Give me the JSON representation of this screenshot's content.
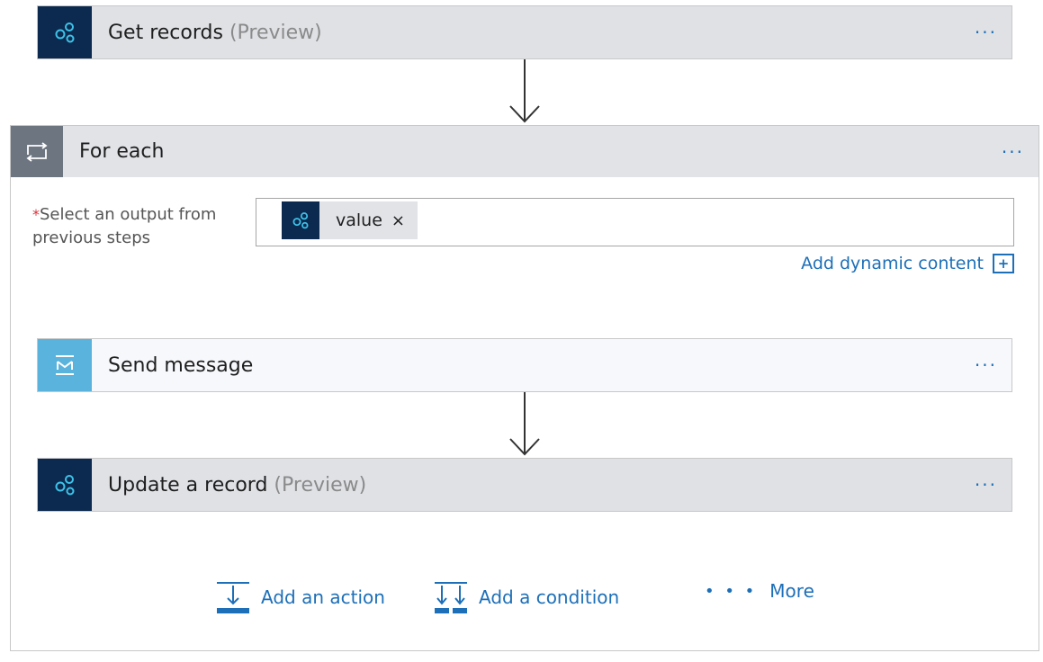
{
  "get_records": {
    "title": "Get records",
    "suffix": "(Preview)",
    "more": "···"
  },
  "for_each": {
    "title": "For each",
    "more": "···",
    "field_required": "*",
    "field_label": "Select an output from previous steps",
    "token_label": "value",
    "token_remove": "×",
    "add_dynamic": "Add dynamic content",
    "add_dynamic_icon": "+"
  },
  "send_message": {
    "title": "Send message",
    "more": "···"
  },
  "update_record": {
    "title": "Update a record",
    "suffix": "(Preview)",
    "more": "···"
  },
  "actions": {
    "add_action": "Add an action",
    "add_condition": "Add a condition",
    "more_dots": "• • •",
    "more": "More"
  },
  "colors": {
    "accent": "#1d6fb8",
    "dark_icon_bg": "#0c2a4f",
    "mail_icon_bg": "#5ab3dd",
    "loop_icon_bg": "#6d7580",
    "card_bg": "#dfe1e5"
  }
}
